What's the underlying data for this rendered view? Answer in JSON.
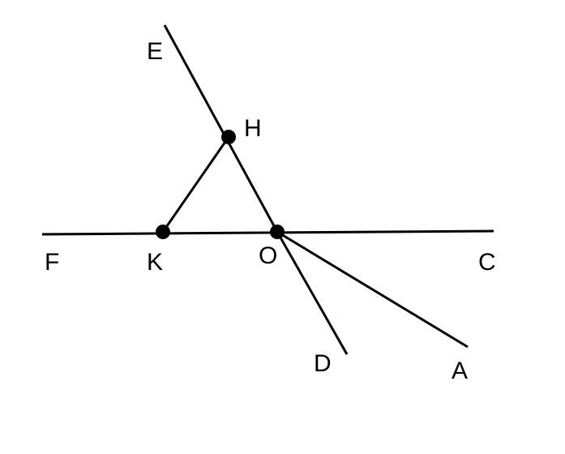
{
  "diagram": {
    "stroke_color": "#000000",
    "background": "#ffffff",
    "labels": {
      "E": "E",
      "H": "H",
      "F": "F",
      "K": "K",
      "O": "O",
      "C": "C",
      "D": "D",
      "A": "A"
    },
    "segments": [
      {
        "from": "F",
        "to": "C"
      },
      {
        "from": "E",
        "to": "O"
      },
      {
        "from": "O",
        "to": "D"
      },
      {
        "from": "O",
        "to": "A"
      },
      {
        "from": "K",
        "to": "H"
      }
    ],
    "marked_points": [
      "H",
      "K",
      "O"
    ]
  }
}
